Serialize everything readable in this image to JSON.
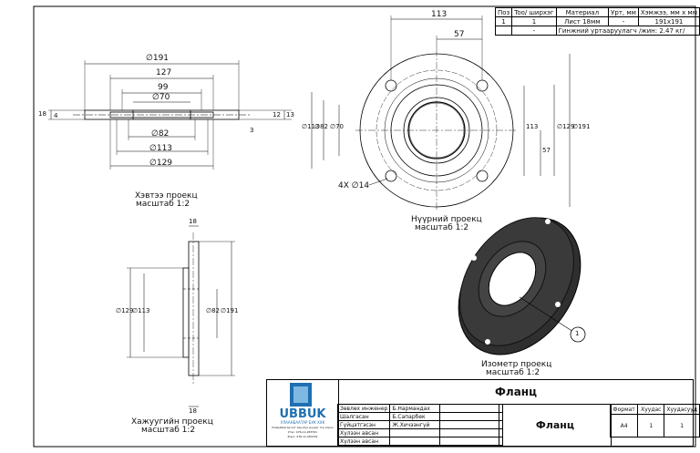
{
  "bom": {
    "headers": [
      "Поз",
      "Too/ ширхэг",
      "Материал",
      "Урт, мм",
      "Хэмжээ, мм х мм"
    ],
    "rows": [
      [
        "1",
        "1",
        "Лист 18мм",
        "-",
        "191x191"
      ],
      [
        "",
        "-",
        "Гинжний уртааруулагч /жин: 2.47 кг/",
        "",
        ""
      ]
    ]
  },
  "views": {
    "top": {
      "caption": "Хэвтээ проекц",
      "scale": "масштаб 1:2"
    },
    "front": {
      "caption": "Нүүрний проекц",
      "scale": "масштаб 1:2"
    },
    "side": {
      "caption": "Хажуугийн проекц",
      "scale": "масштаб 1:2"
    },
    "iso": {
      "caption": "Изометр проекц",
      "scale": "масштаб 1:2"
    }
  },
  "dims": {
    "top": {
      "d191": "∅191",
      "d127": "127",
      "d99": "99",
      "d70": "∅70",
      "d82": "∅82",
      "d113": "∅113",
      "d129": "∅129",
      "t18": "18",
      "t4": "4",
      "t12": "12",
      "t13": "13",
      "t3": "3"
    },
    "front": {
      "w113": "113",
      "h57": "57",
      "d82": "∅82",
      "d70": "∅70",
      "d113": "∅113",
      "d129": "∅129",
      "d191": "∅191",
      "v113": "113",
      "v57": "57",
      "holes": "4X ∅14"
    },
    "side": {
      "t18top": "18",
      "t18bot": "18",
      "d129": "∅129",
      "d113": "∅113",
      "d82": "∅82",
      "d191": "∅191"
    }
  },
  "balloon": "1",
  "title_block": {
    "name": "Фланц",
    "part": "Фланц",
    "logo": "UBBUK",
    "logo_sub": "УЛААНБААТАР БУК ХХК",
    "logo_lines": [
      "Улаанбаатар хот Хан-Уул дүүрэг 3-р хороо",
      "Утас: 976-11-283761",
      "Факс: 976-11-283762"
    ],
    "signatures": [
      [
        "Зөвлөх инженер",
        "Б.Нармандах"
      ],
      [
        "Шалгасан",
        "Б.Сапарбек"
      ],
      [
        "Гүйцэтгэсэн",
        "Ж.Хичээнгүй"
      ],
      [
        "Хүлээн авсан",
        ""
      ],
      [
        "Хүлээн авсан",
        ""
      ]
    ],
    "info_headers": [
      "Формат",
      "Хуудас",
      "Хуудасууд"
    ],
    "info_values": [
      "A4",
      "1",
      "1"
    ]
  },
  "colors": {
    "logo_blue": "#1f6fb2",
    "part_dark": "#2a2a2a"
  }
}
